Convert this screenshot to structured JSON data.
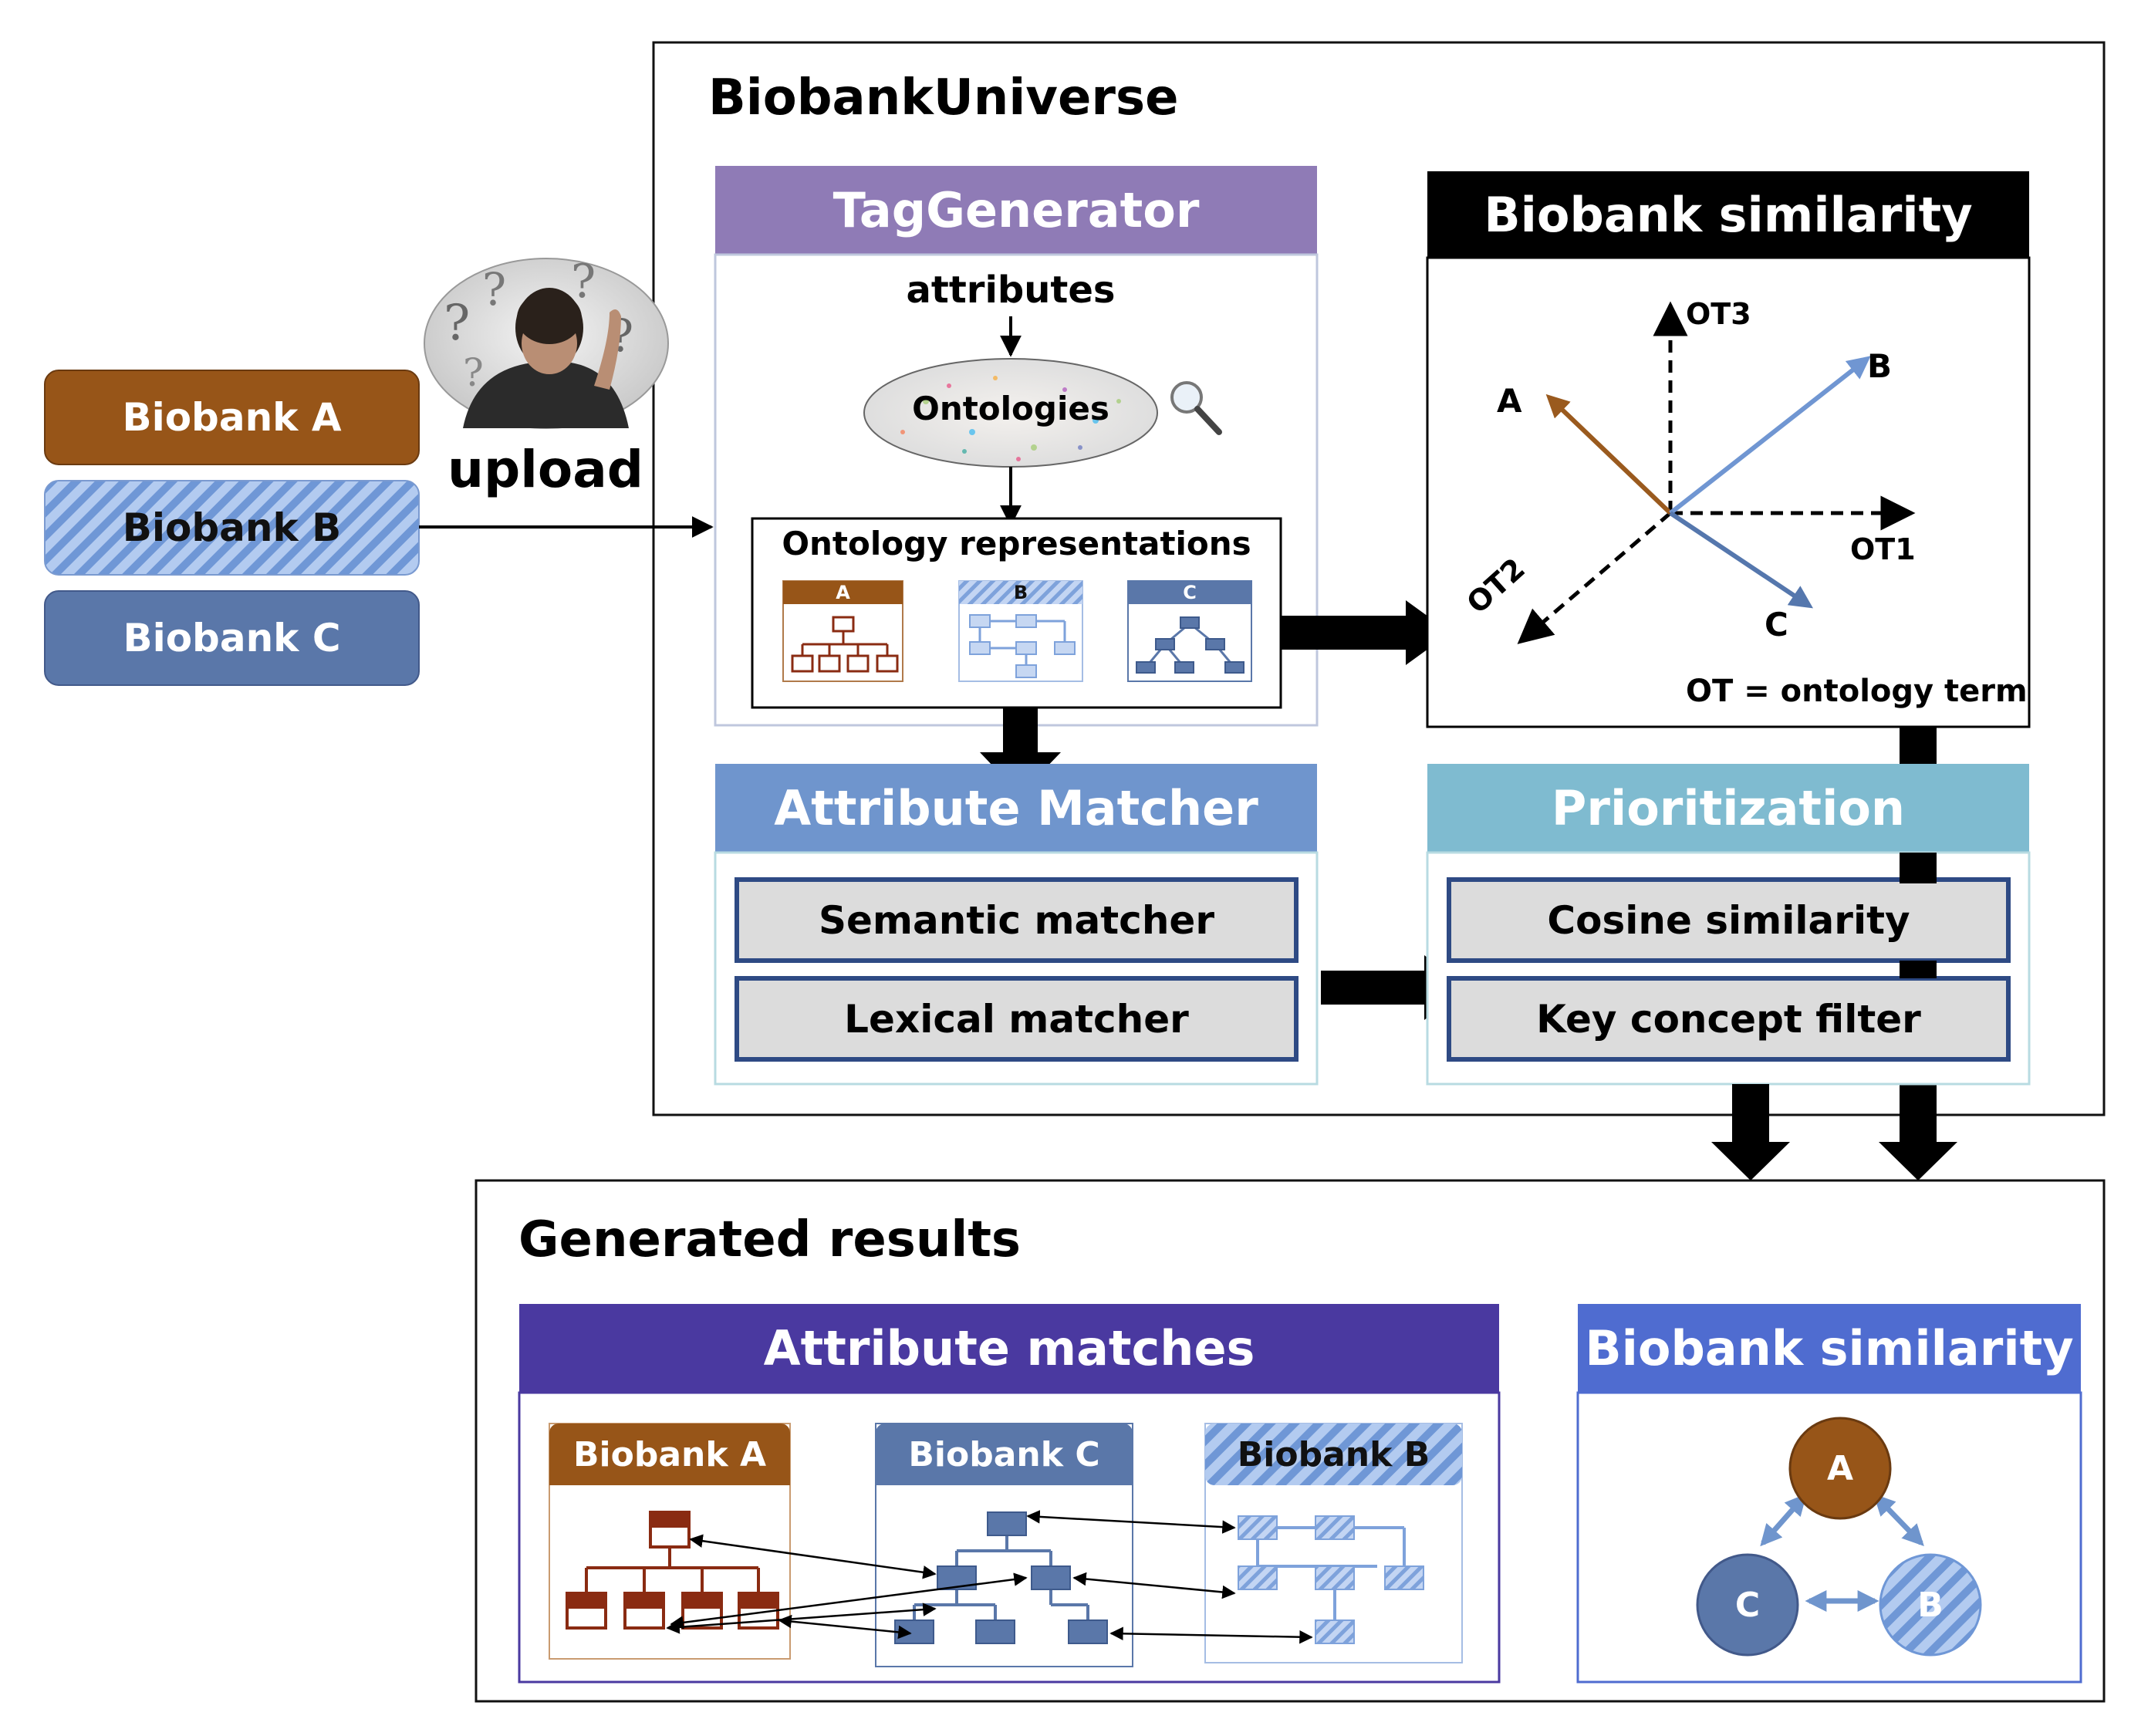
{
  "inputs": {
    "upload_label": "upload",
    "biobanks": [
      {
        "label": "Biobank A",
        "color": "#975518"
      },
      {
        "label": "Biobank B",
        "pattern": "hatched-blue"
      },
      {
        "label": "Biobank C",
        "color": "#5a77a9"
      }
    ]
  },
  "universe": {
    "title": "BiobankUniverse",
    "tag_generator": {
      "title": "TagGenerator",
      "attributes_label": "attributes",
      "ontologies_label": "Ontologies",
      "representations_title": "Ontology representations",
      "representation_labels": [
        "A",
        "B",
        "C"
      ]
    },
    "biobank_similarity_panel": {
      "title": "Biobank similarity",
      "axes": [
        "OT1",
        "OT2",
        "OT3"
      ],
      "vectors": [
        "A",
        "B",
        "C"
      ],
      "legend": "OT = ontology term"
    },
    "attribute_matcher": {
      "title": "Attribute Matcher",
      "items": [
        "Semantic matcher",
        "Lexical matcher"
      ]
    },
    "prioritization": {
      "title": "Prioritization",
      "items": [
        "Cosine similarity",
        "Key concept filter"
      ]
    }
  },
  "results": {
    "title": "Generated results",
    "attribute_matches": {
      "title": "Attribute matches",
      "columns": [
        "Biobank A",
        "Biobank C",
        "Biobank B"
      ]
    },
    "biobank_similarity": {
      "title": "Biobank similarity",
      "nodes": [
        "A",
        "C",
        "B"
      ]
    }
  },
  "colors": {
    "brown": "#975518",
    "steel_blue": "#5a77a9",
    "light_blue": "#7ea2db",
    "purple": "#8f7bb6",
    "matcher_blue": "#6f95cd",
    "teal": "#7fbbd0",
    "indigo": "#4a39a0",
    "bright_blue": "#4f6cd0"
  }
}
